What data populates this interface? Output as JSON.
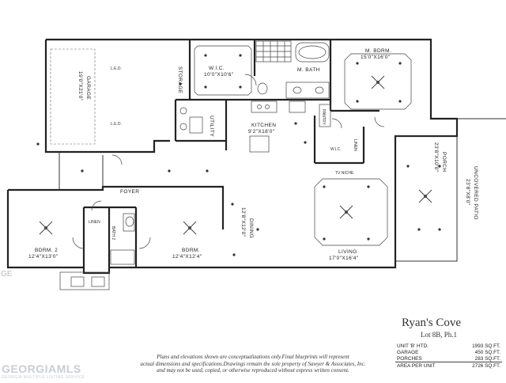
{
  "plan": {
    "rooms": {
      "garage_name": "GARAGE",
      "garage_dims": "19'0\"X21'0\"",
      "storage": "STORAGE",
      "wic1_name": "W.I.C.",
      "wic1_dims": "10'0\"X10'6\"",
      "mbath": "M. BATH",
      "mbdrm_name": "M. BDRM.",
      "mbdrm_dims": "15'0\"X16'0\"",
      "utility": "UTILITY",
      "kitchen_name": "KITCHEN",
      "kitchen_dims": "9'2\"X18'0\"",
      "pantry": "PANTRY",
      "wic2": "W.I.C.",
      "linen": "LINEN",
      "porch_name": "PORCH",
      "porch_dims": "23'8\"X10'0\"",
      "patio_name": "UNCOVERED PATIO",
      "patio_dims": "23'8\"X8'0\"",
      "tv_niche": "TV NICHE",
      "foyer": "FOYER",
      "dining_name": "DINING",
      "dining_dims": "12'8\"X12'0\"",
      "living_name": "LIVING",
      "living_dims": "17'0\"X16'4\"",
      "bdrm2_name": "BDRM. 2",
      "bdrm2_dims": "12'4\"X13'0\"",
      "bath2": "BATH 2",
      "bdrm_name": "BDRM.",
      "bdrm_dims": "12'4\"X12'4\"",
      "linen2": "LINEN",
      "led": "L.E.D."
    }
  },
  "title_block": {
    "title": "Ryan's Cove",
    "subtitle": "Lot 8B, Ph.1",
    "stats": [
      {
        "label": "UNIT 'B' HTD.",
        "value": "1993 SQ.FT."
      },
      {
        "label": "GARAGE",
        "value": "450 SQ.FT."
      },
      {
        "label": "PORCHES",
        "value": "283 SQ.FT."
      },
      {
        "label": "AREA PER UNIT",
        "value": "2726 SQ.FT."
      }
    ]
  },
  "disclaimer": {
    "line1": "Plans and elevations shown are conceptualizations only.Final blueprints will represent",
    "line2": "actual dimensions and specifications.Drawings remain the sole property of Sawyer & Associates, Inc.",
    "line3": "and may not be used, copied, or otherwise reproduced without express written consent."
  },
  "watermark": {
    "main": "GEORGIAMLS",
    "sub": "GEORGIA MULTIPLE LISTING SERVICE",
    "left": "GE"
  }
}
